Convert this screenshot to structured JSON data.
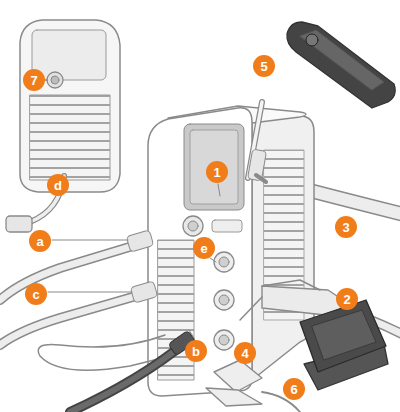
{
  "diagram": {
    "nodes": [
      {
        "text": [
          "5"
        ]
      },
      {
        "text": [
          "7"
        ]
      },
      {
        "text": [
          "1"
        ]
      },
      {
        "text": [
          "d"
        ]
      },
      {
        "text": [
          "3"
        ]
      },
      {
        "text": [
          "a"
        ]
      },
      {
        "text": [
          "e"
        ]
      },
      {
        "text": [
          "c"
        ]
      },
      {
        "text": [
          "2"
        ]
      },
      {
        "text": [
          "b"
        ]
      },
      {
        "text": [
          "4"
        ]
      },
      {
        "text": [
          "6"
        ]
      }
    ]
  }
}
